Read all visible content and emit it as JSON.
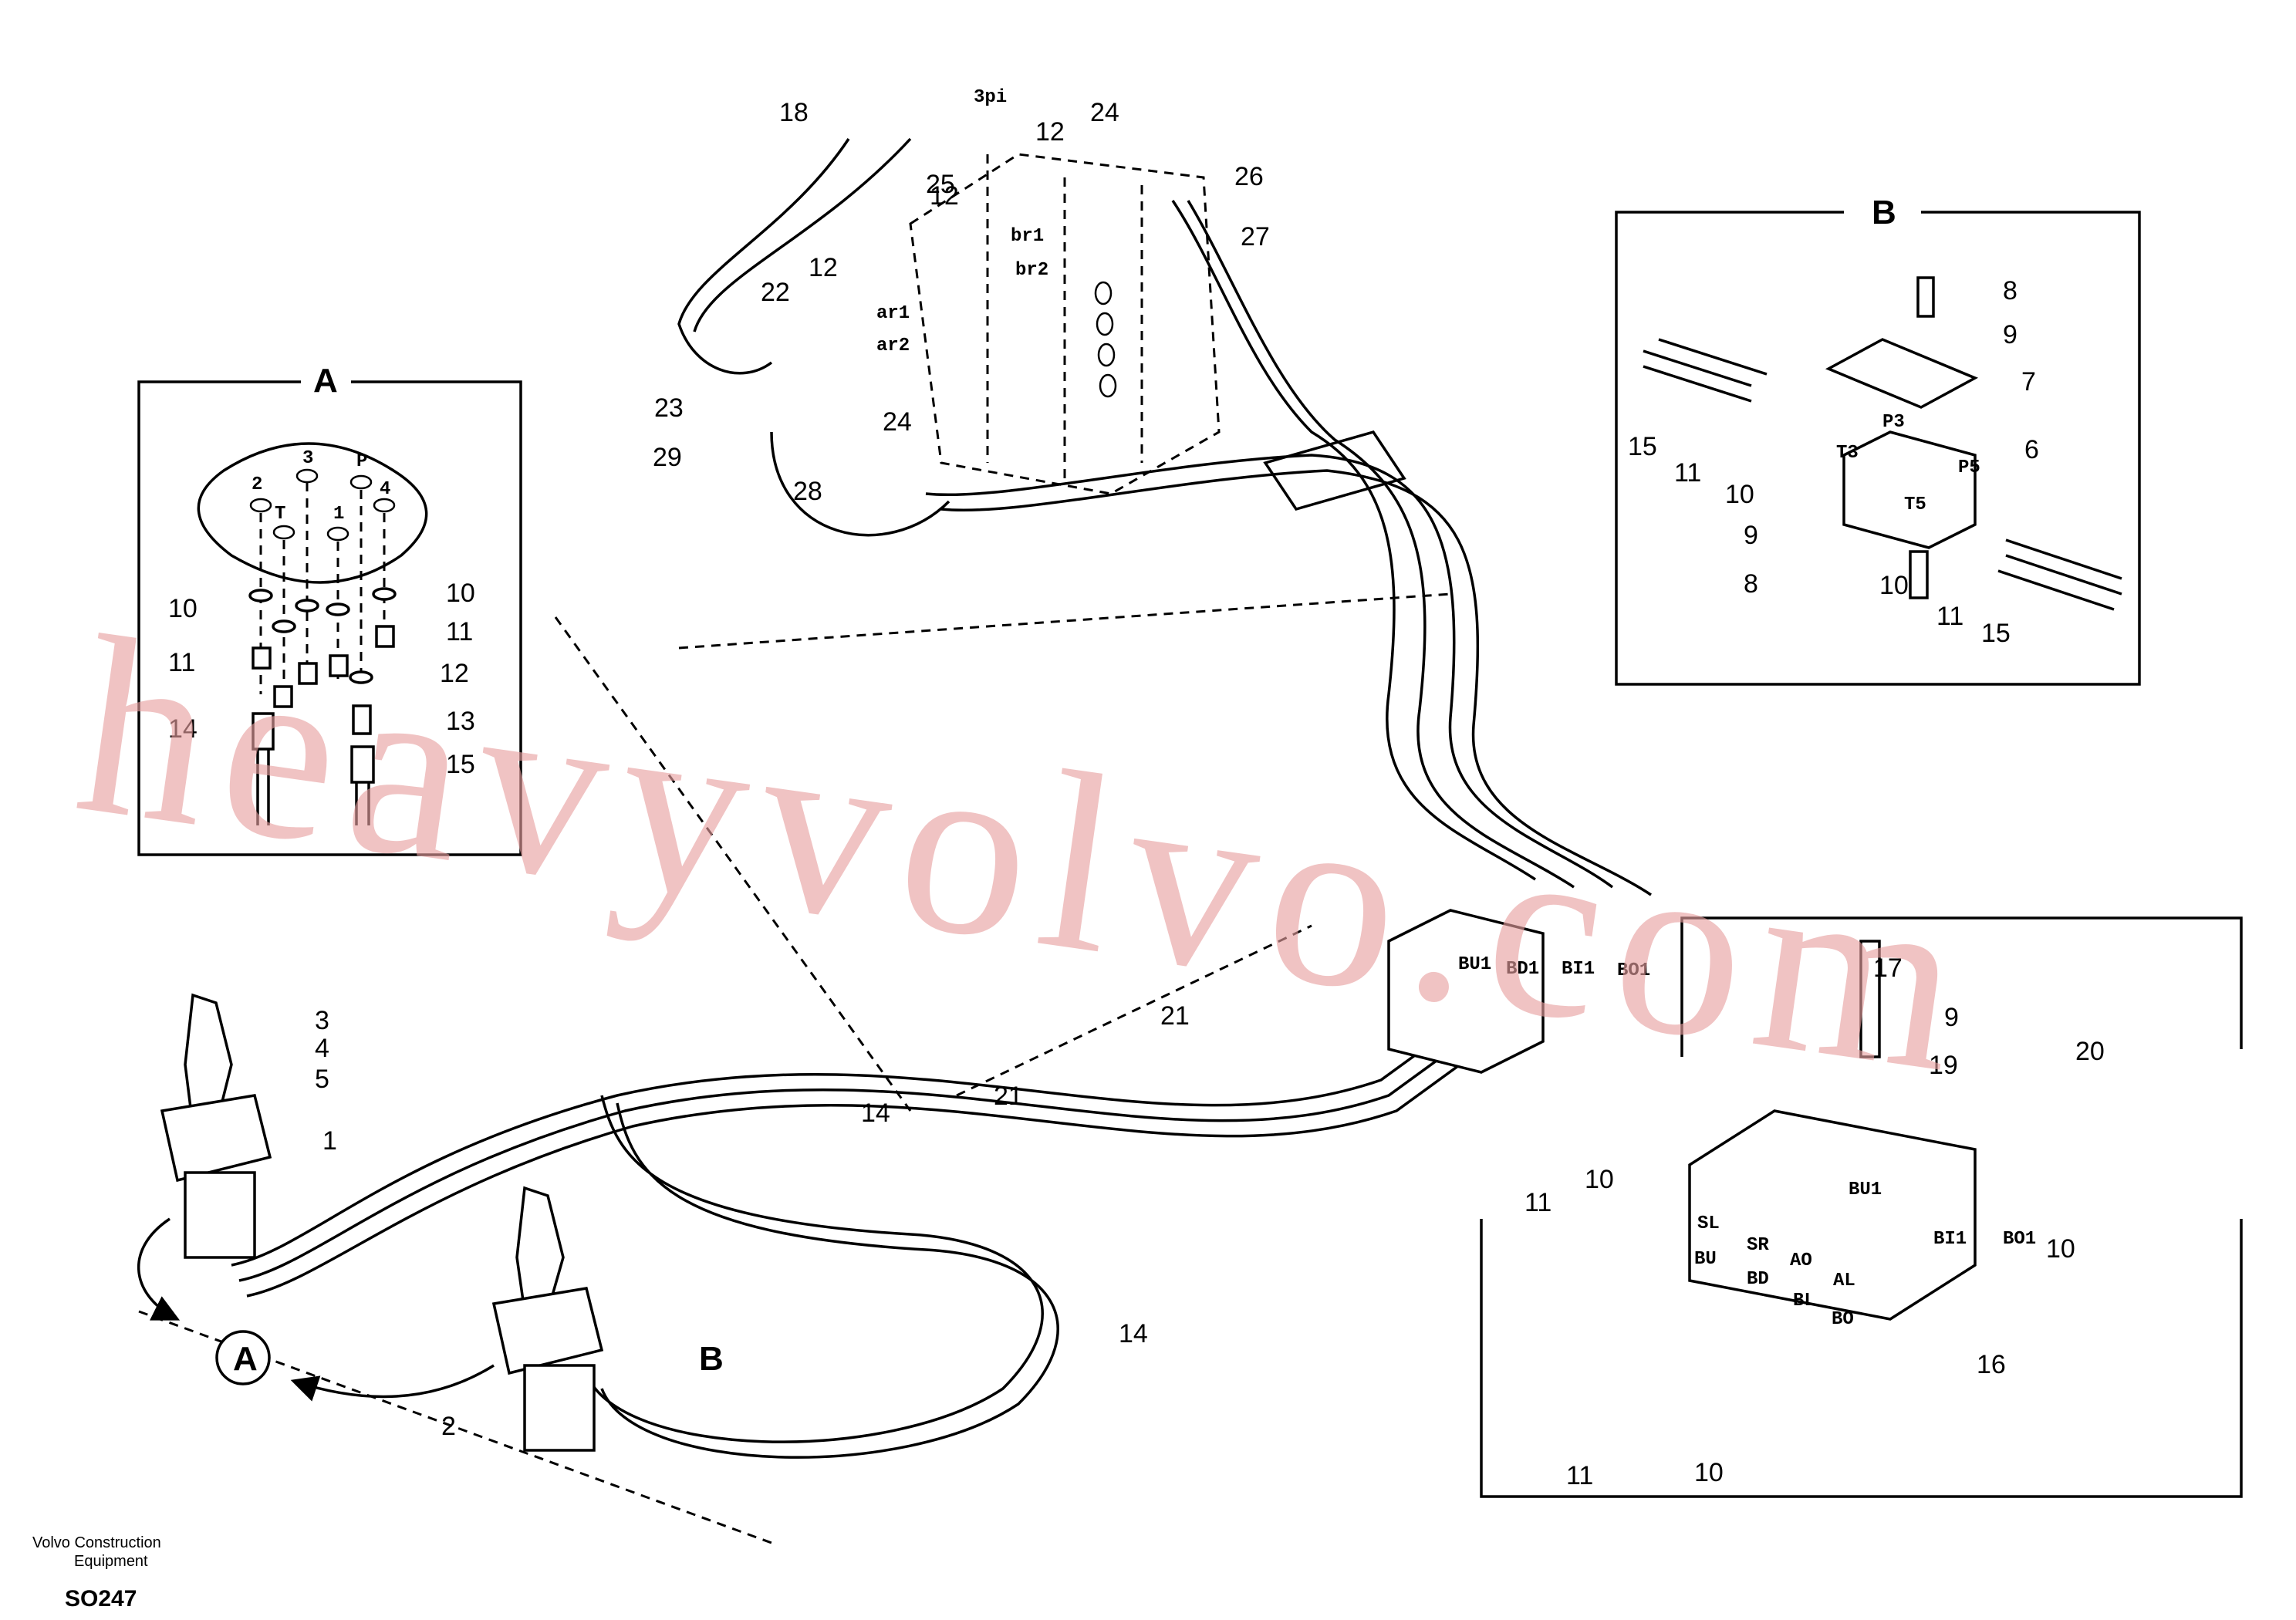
{
  "detail_a": {
    "title": "A",
    "ports": [
      "3",
      "2",
      "P",
      "4",
      "T",
      "1"
    ]
  },
  "detail_b": {
    "title": "B",
    "ports": [
      "P3",
      "T3",
      "P5",
      "T5"
    ]
  },
  "detail_c": {
    "ports": [
      "SL",
      "SR",
      "BU",
      "AO",
      "BD",
      "BL",
      "AL",
      "BO",
      "BU1",
      "BI1",
      "BO1"
    ]
  },
  "valve": {
    "ports": [
      "3pi",
      "br1",
      "br2",
      "ar1",
      "ar2"
    ]
  },
  "distribution_block": {
    "ports": [
      "BU1",
      "BD1",
      "BI1",
      "BO1"
    ]
  },
  "callouts": {
    "a": "A",
    "b": "B"
  },
  "labels": [
    "18",
    "25",
    "12",
    "12",
    "24",
    "26",
    "27",
    "12",
    "22",
    "23",
    "24",
    "29",
    "28",
    "10",
    "10",
    "11",
    "11",
    "12",
    "14",
    "13",
    "15",
    "8",
    "9",
    "7",
    "6",
    "15",
    "11",
    "10",
    "9",
    "8",
    "10",
    "11",
    "15",
    "3",
    "4",
    "5",
    "1",
    "2",
    "14",
    "14",
    "21",
    "21",
    "17",
    "9",
    "19",
    "20",
    "10",
    "11",
    "10",
    "16",
    "11",
    "10"
  ],
  "footer": {
    "publisher_line1": "Volvo Construction",
    "publisher_line2": "Equipment",
    "code": "SO247"
  },
  "watermark": "heavyvolvo.com"
}
